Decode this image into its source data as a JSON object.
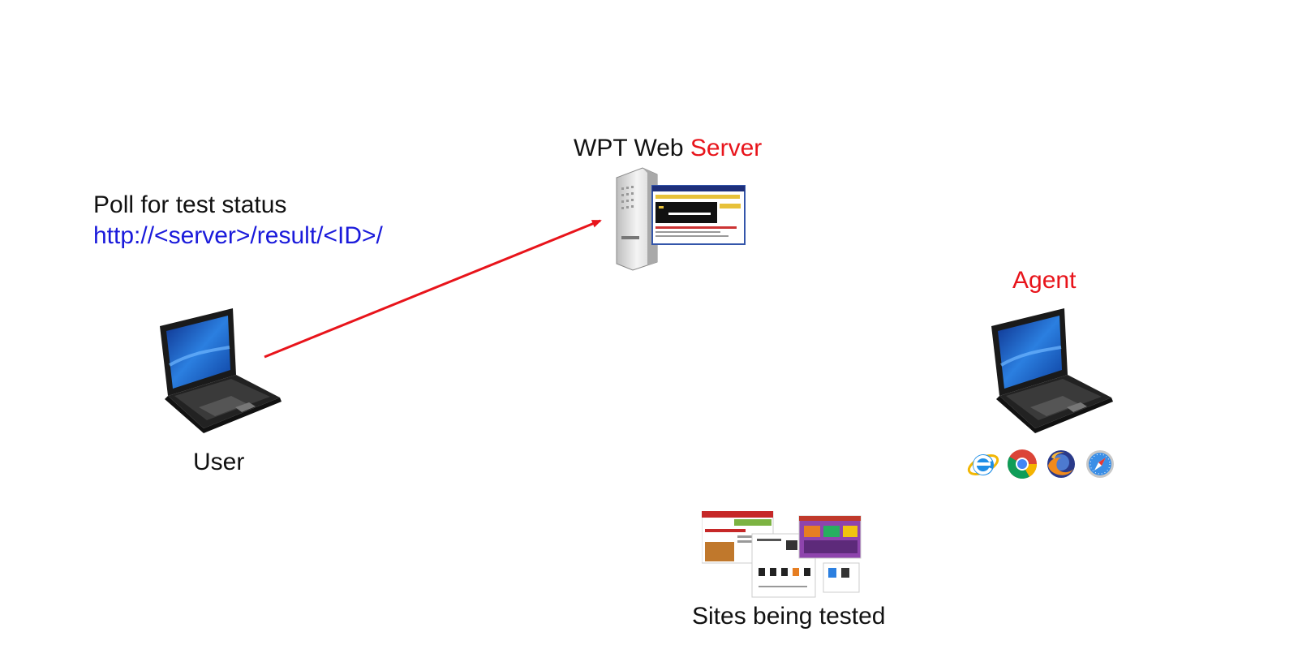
{
  "server": {
    "label_prefix": "WPT Web ",
    "label_highlight": "Server"
  },
  "poll": {
    "title": "Poll for test status",
    "url": "http://<server>/result/<ID>/"
  },
  "agent": {
    "label": "Agent",
    "browsers": [
      "internet-explorer",
      "chrome",
      "firefox",
      "safari"
    ]
  },
  "user": {
    "label": "User"
  },
  "sites": {
    "label": "Sites being tested"
  },
  "colors": {
    "accent_red": "#e8141b",
    "link_blue": "#1a1adb",
    "text": "#111111"
  }
}
